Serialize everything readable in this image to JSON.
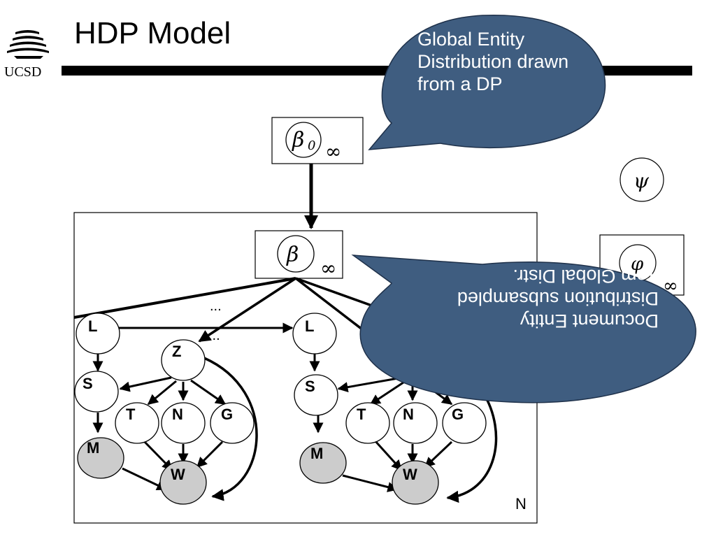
{
  "slide": {
    "title": "HDP Model",
    "logo_text": "UCSD",
    "plate_label": "N",
    "ellipsis": "..."
  },
  "callouts": {
    "global": "Global Entity Distribution drawn from a DP",
    "document": "Document Entity Distribution subsampled from Global Distr."
  },
  "symbols": {
    "beta0": "β",
    "beta0_sub": "0",
    "infinity": "∞",
    "beta": "β",
    "psi": "ψ",
    "phi": "φ"
  },
  "nodes": {
    "L": "L",
    "Z": "Z",
    "S": "S",
    "T": "T",
    "N": "N",
    "G": "G",
    "M": "M",
    "W": "W"
  },
  "colors": {
    "bubble_fill": "#3f5d80",
    "bubble_stroke": "#1e3049",
    "observed_fill": "#cccccc"
  },
  "icons": [
    "trident-logo-icon"
  ]
}
